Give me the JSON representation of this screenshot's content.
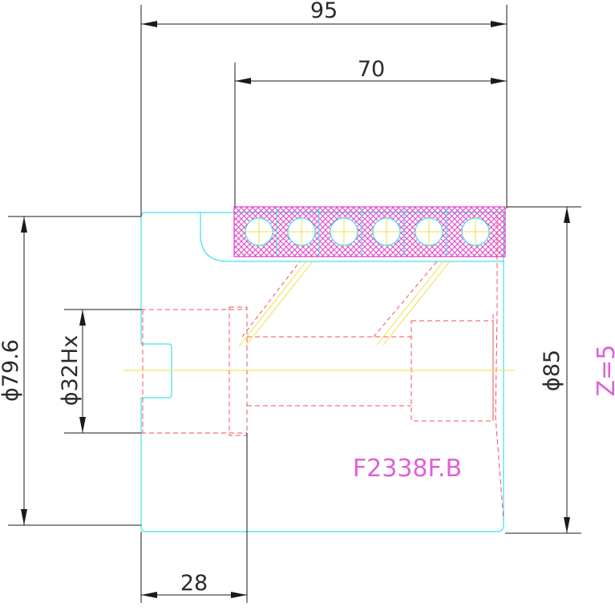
{
  "dimensions": {
    "overall_width": "95",
    "top_width": "70",
    "outer_diameter_left": "ϕ79.6",
    "bore_diameter": "ϕ32Hx",
    "outer_diameter_right": "ϕ85",
    "bottom_width": "28"
  },
  "labels": {
    "part_code": "F2338F.B",
    "tooth_count": "Z=5"
  },
  "colors": {
    "dimension": "#1a1a1a",
    "outline": "#3ee0f0",
    "hidden": "#f05050",
    "centerline": "#f0e040",
    "hatch": "#e040c8",
    "annotation": "#e060d8"
  }
}
